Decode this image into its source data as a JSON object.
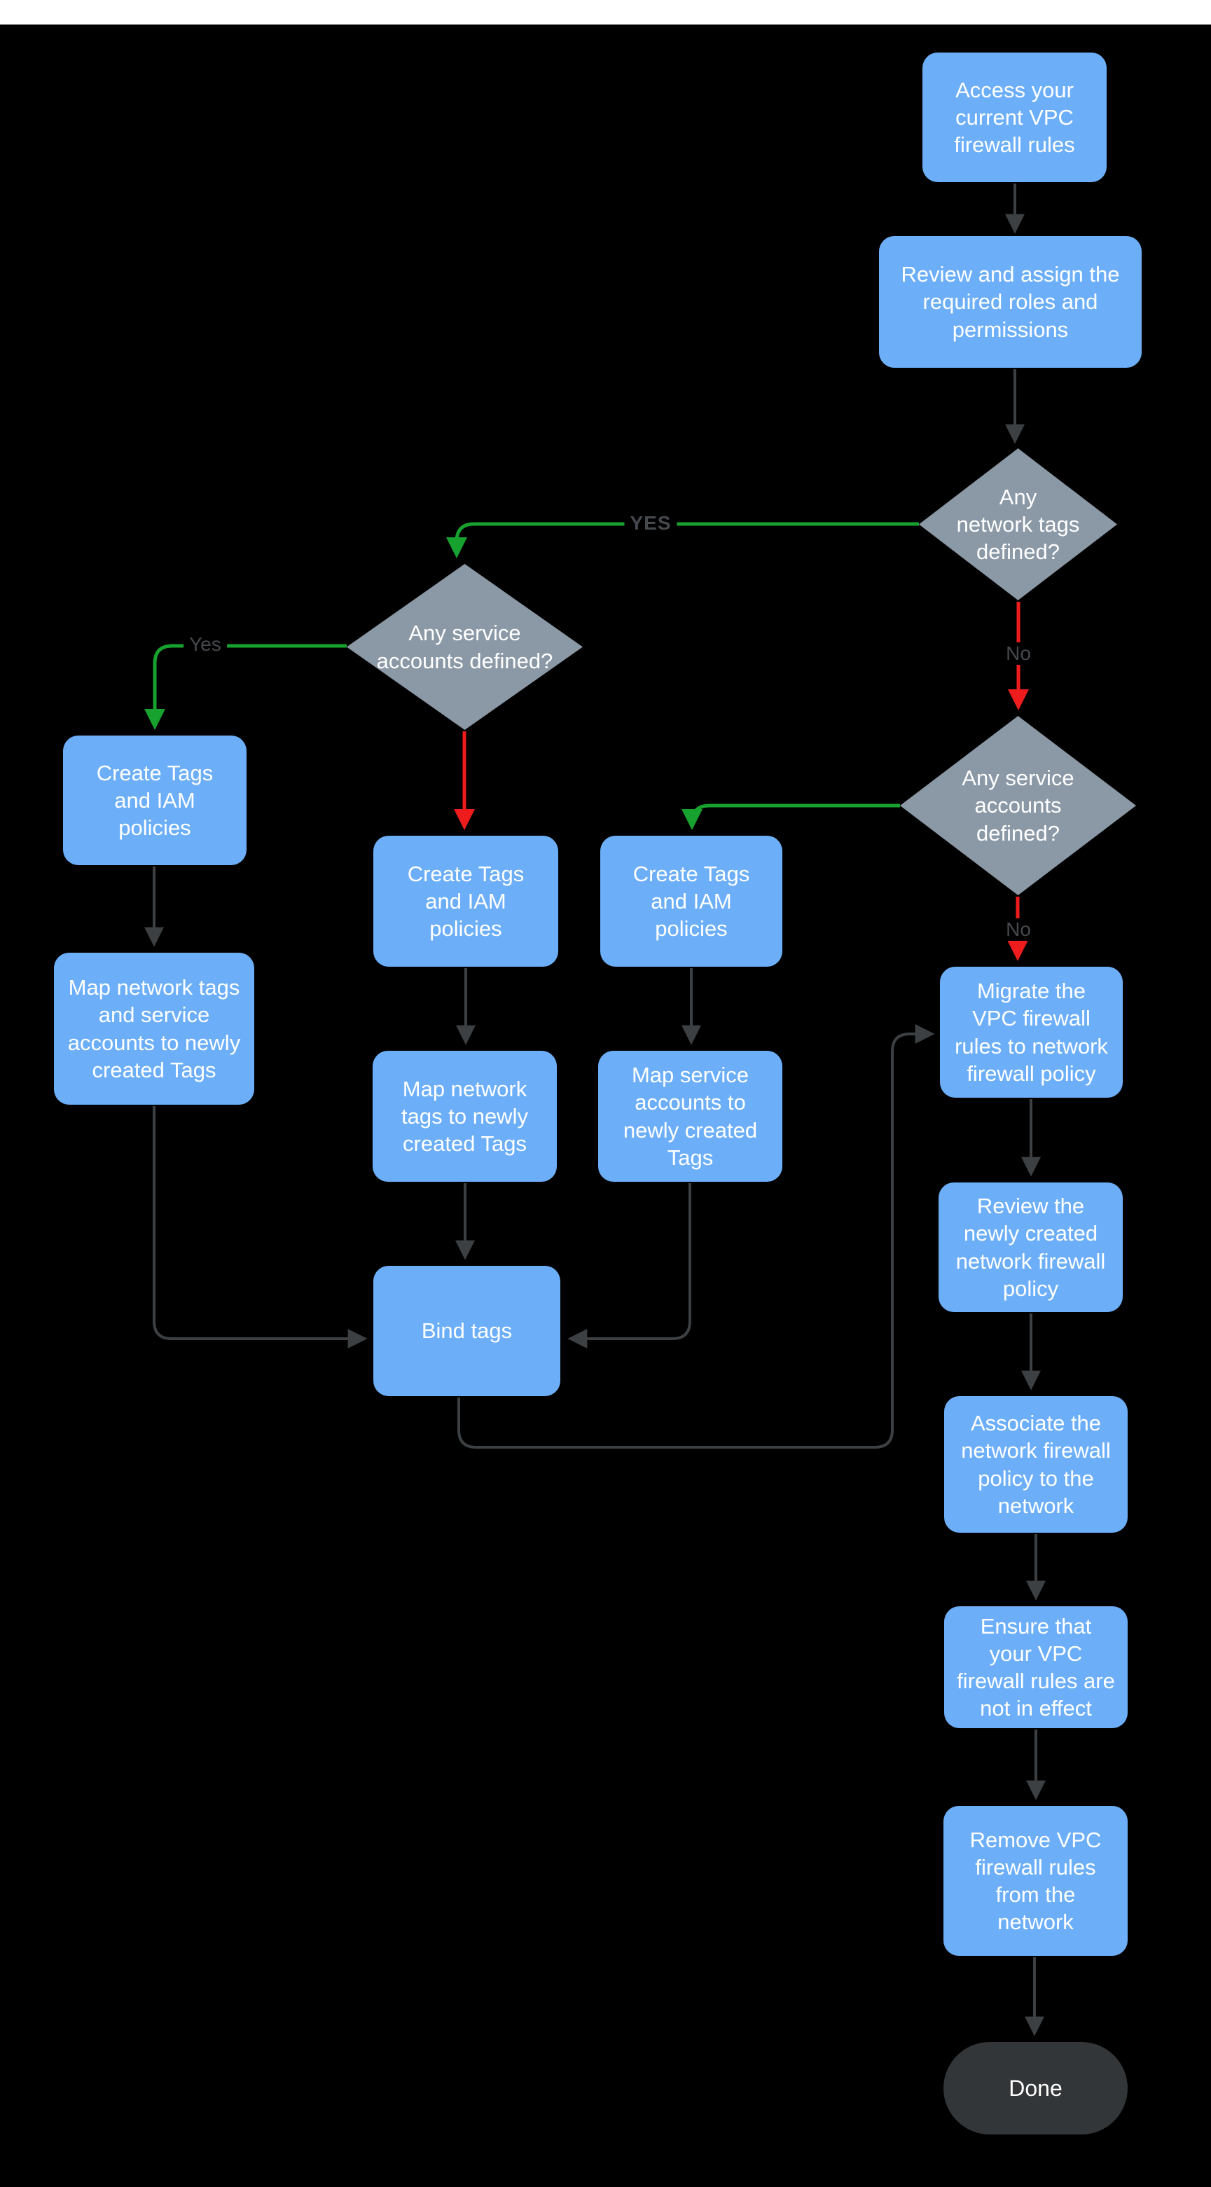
{
  "canvas": {
    "background": "#000000",
    "top_bar_color": "#ffffff"
  },
  "colors": {
    "process_fill": "#6caff8",
    "decision_fill": "#8b98a6",
    "terminal_fill": "#333638",
    "arrow_default": "#3c4043",
    "arrow_yes": "#17a12e",
    "arrow_no": "#ee1c1c",
    "node_text": "#ffffff",
    "edge_label_text": "#45494e"
  },
  "nodes": {
    "access": {
      "label": "Access your\ncurrent VPC\nfirewall rules"
    },
    "review_roles": {
      "label": "Review and assign the\nrequired roles and\npermissions"
    },
    "network_tags_decision": {
      "label": "Any\nnetwork tags\ndefined?"
    },
    "service_accounts_left_decision": {
      "label": "Any service\naccounts defined?"
    },
    "service_accounts_right_decision": {
      "label": "Any service\naccounts\ndefined?"
    },
    "create_tags_left": {
      "label": "Create Tags\nand IAM\npolicies"
    },
    "create_tags_mid": {
      "label": "Create Tags\nand IAM\npolicies"
    },
    "create_tags_right": {
      "label": "Create Tags\nand IAM\npolicies"
    },
    "map_both_left": {
      "label": "Map network tags\nand service\naccounts to newly\ncreated Tags"
    },
    "map_network_mid": {
      "label": "Map network\ntags to newly\ncreated Tags"
    },
    "map_service_right": {
      "label": "Map service\naccounts  to\nnewly created\nTags"
    },
    "bind_tags": {
      "label": "Bind tags"
    },
    "migrate": {
      "label": "Migrate the\nVPC firewall\nrules to network\nfirewall policy"
    },
    "review_policy": {
      "label": "Review the\nnewly created\nnetwork firewall\npolicy"
    },
    "associate": {
      "label": "Associate the\nnetwork firewall\npolicy to the\nnetwork"
    },
    "ensure": {
      "label": "Ensure that\nyour VPC\nfirewall rules are\nnot in effect"
    },
    "remove": {
      "label": "Remove  VPC\nfirewall rules\nfrom the\nnetwork"
    },
    "done": {
      "label": "Done"
    }
  },
  "edge_labels": {
    "yes_upper": "YES",
    "yes_left": "Yes",
    "no_network_tags": "No",
    "no_service_accounts": "No"
  }
}
